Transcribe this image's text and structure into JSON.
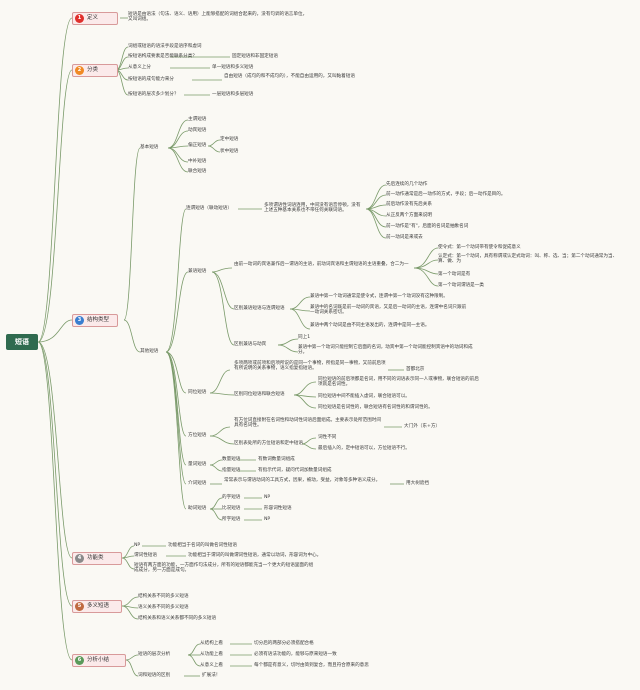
{
  "root": "短语",
  "colors": {
    "line": "#7a9a6a",
    "n1": "#e0302c",
    "n2": "#f08a24",
    "n3": "#3a7fd0",
    "n4": "#8a8a8a",
    "n5": "#c06a40",
    "n6": "#5a9a5a"
  },
  "s1": {
    "num": "1",
    "label": "定义",
    "text": "短语是由语法（句法、语义、语用）上能够搭配的词组合起来的，没有句调的语言单位，又叫词组。"
  },
  "s2": {
    "num": "2",
    "label": "分类",
    "a": "词组或短语的语法手段是语序和虚词",
    "b": "按短语构成要素是否能联系分类？",
    "b1": "固定短语和非固定短语",
    "c": "从意义上分",
    "c1": "单一短语和多义短语",
    "d": "按短语的成句能力来分",
    "d1": "自由短语（成句的和不成句的），不能自由运用的，又叫黏着短语",
    "e": "按短语的层次多少划分？",
    "e1": "一层短语和多层短语"
  },
  "s3": {
    "num": "3",
    "label": "结构类型",
    "basic": "基本短语",
    "b1": "主谓短语",
    "b2": "动宾短语",
    "b3": "偏正短语",
    "b3a": "定中短语",
    "b3b": "状中短语",
    "b4": "中补短语",
    "b5": "联合短语",
    "other": "其他短语",
    "lian": "连谓短语（联动短语）",
    "lian_t": "多项谓语性词语连用，中间没有语音停顿，没有上述五种基本关系也不带任何关联词语。",
    "l1": "先后连续的几个动作",
    "l2": "前一动作通常是后一动作的方式，手段；后一动作是目的。",
    "l3": "前后动作没有先后关系",
    "l4": "从正反两个方面来说明",
    "l5": "前一动作是\"有\"，后面的名词是抽象名词",
    "l6": "前一动词是来或去",
    "jian": "兼语短语",
    "jian_t": "由前一动词的宾语兼作后一谓语的主语，前动词宾语和主谓短语的主语重叠，合二为一",
    "j1": "使令式：第一个动词带有使令和促成意义",
    "j2": "认定式：第一个动词，具有称谓或认定式动词：叫、称、选、当；第二个动词通常为当、算、做、为",
    "j3": "第一个动词是有",
    "j4": "第一个动词谓语是一类",
    "jq": "区别兼语短语与连谓短语",
    "jq1": "兼语中第一个动词通常是使令式，连谓中第一个动词没有这种限制。",
    "jq2": "兼语中的名词既是前一动词的宾语，又是后一动词的主语，连谓中名词只跟前一动词关系密切。",
    "jq3": "兼语中两个动词是由不同主语发出的，连谓中是同一主语。",
    "jq4": "区别兼语与动宾",
    "jq4a": "同上1",
    "jq4b": "兼语中第一个动词只能控制它后面的名词，动宾中第一个动词能控制宾语中的动词和成分。",
    "tong": "同位短语",
    "tong_t": "多项两项或前项和后项所说的是同一个事物，所指是同一事物，又前前后项有所说明的关系事物，语义指复指短语。",
    "tong_a": "首都北京",
    "tq": "区别同位短语和联合短语",
    "tq1": "同位短语的前后项都是名词，用不同的词语表示同一人或事物，联合短语的前后项就是名词性。",
    "tq2": "同位短语中间不能插入虚词，联合短语可以。",
    "tq3": "同位短语是名词性的，联合短语有名词性的和谓词性的。",
    "fang": "方位短语",
    "fang_t": "有方位词直接附在名词性和动词性词语后面组成。主要表示处所范围时间具有名词性。",
    "fang_a": "大门外（东+方）",
    "fq": "区别表处所的方位短语和定中短语",
    "fq1": "词性不同",
    "fq2": "最后插入的，定中短语可以，方位短语不行。",
    "liang": "量词短语",
    "q1": "数量短语",
    "q1a": "有数词数量词组成",
    "q2": "指量短语",
    "q2a": "有指示代词，疑问代词加数量词组成",
    "jie": "介词短语",
    "jie_t": "常常表示与谓语动词的工具方式，因果，被动，受益，对象等多种语义成分。",
    "jie_a": "用大树遮挡",
    "zhu": "助词短语",
    "z1": "的字短语",
    "z1a": "NP",
    "z2": "比况短语",
    "z2a": "形容词性短语",
    "z3": "所字短语",
    "z3a": "NP"
  },
  "s4": {
    "num": "4",
    "label": "功能类",
    "a": "NP",
    "a1": "功能相当于名词的叫做名词性短语",
    "b": "谓词性短语",
    "b1": "功能相当于谓词的叫做谓词性短语，通常以动词，形容词为中心。",
    "c": "短语有两方面的功能，一方面作句法成分，所有的短语都能充当一个更大的短语里面的组成成分，另一方面是成句。"
  },
  "s5": {
    "num": "5",
    "label": "多义短语",
    "a": "结构关系不同的多义短语",
    "b": "语义关系不同的多义短语",
    "c": "结构关系和语义关系都不同的多义短语"
  },
  "s6": {
    "num": "6",
    "label": "分析小结",
    "a": "短语的层次分析",
    "a1": "从结构上看",
    "a1t": "切分后的两部分必须搭配合格",
    "a2": "从功能上看",
    "a2t": "必须有语法功能的，能够与原来短语一致",
    "a3": "从意义上看",
    "a3t": "每个都是有意义，切时由简到复合，而且符合原来的意思",
    "b": "词和短语的区别",
    "b1": "扩展法！"
  }
}
